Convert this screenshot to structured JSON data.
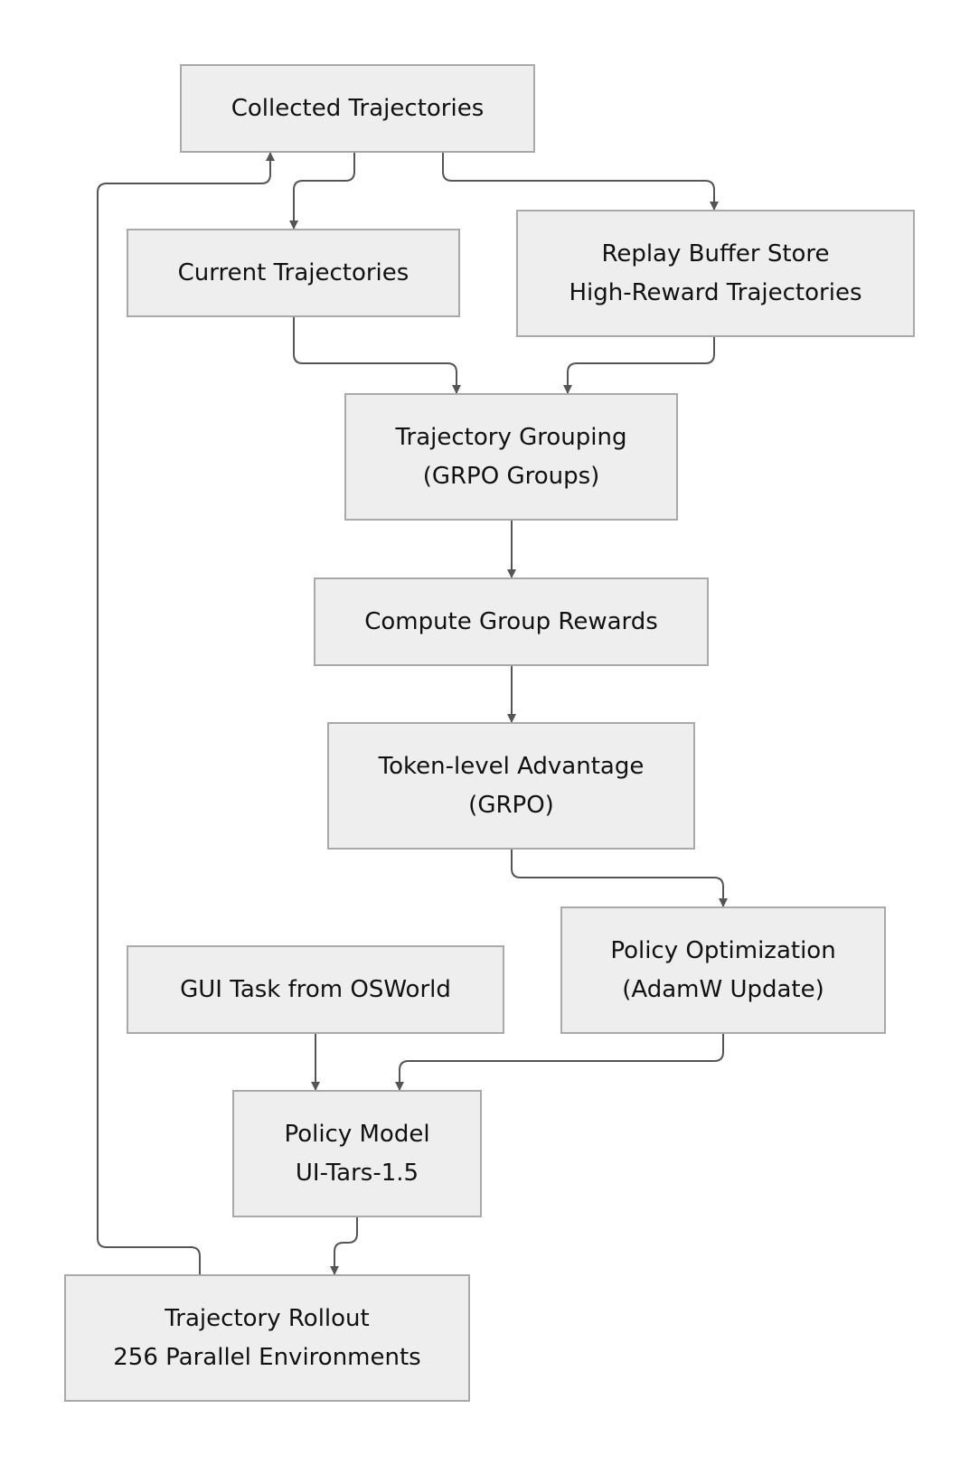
{
  "colors": {
    "node_fill": "#eeeeee",
    "node_border": "#a9a9a9",
    "edge": "#555555",
    "text": "#111111",
    "background": "#ffffff"
  },
  "nodes": {
    "collected": {
      "line1": "Collected Trajectories"
    },
    "current": {
      "line1": "Current Trajectories"
    },
    "replay": {
      "line1": "Replay Buffer Store",
      "line2": "High-Reward Trajectories"
    },
    "grouping": {
      "line1": "Trajectory Grouping",
      "line2": "(GRPO Groups)"
    },
    "compute": {
      "line1": "Compute Group Rewards"
    },
    "token": {
      "line1": "Token-level Advantage",
      "line2": "(GRPO)"
    },
    "policyopt": {
      "line1": "Policy Optimization",
      "line2": "(AdamW Update)"
    },
    "gui": {
      "line1": "GUI Task from OSWorld"
    },
    "policymod": {
      "line1": "Policy Model",
      "line2": "UI-Tars-1.5"
    },
    "rollout": {
      "line1": "Trajectory Rollout",
      "line2": "256 Parallel Environments"
    }
  },
  "edges": [
    {
      "from": "collected",
      "to": "current"
    },
    {
      "from": "collected",
      "to": "replay"
    },
    {
      "from": "current",
      "to": "grouping"
    },
    {
      "from": "replay",
      "to": "grouping"
    },
    {
      "from": "grouping",
      "to": "compute"
    },
    {
      "from": "compute",
      "to": "token"
    },
    {
      "from": "token",
      "to": "policyopt"
    },
    {
      "from": "gui",
      "to": "policymod"
    },
    {
      "from": "policyopt",
      "to": "policymod"
    },
    {
      "from": "policymod",
      "to": "rollout"
    },
    {
      "from": "rollout",
      "to": "collected"
    }
  ]
}
